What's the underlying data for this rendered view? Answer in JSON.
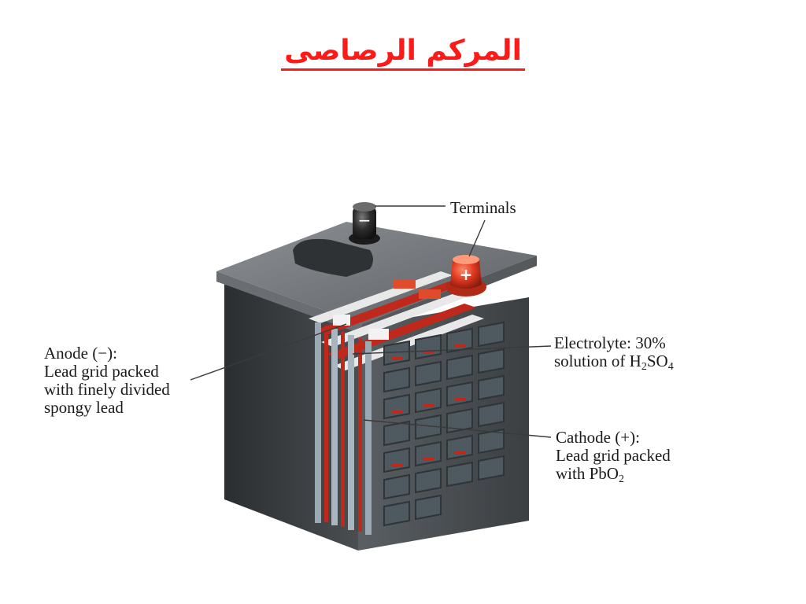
{
  "title": "المركم الرصاصى",
  "labels": {
    "terminals": "Terminals",
    "anode": {
      "line1": "Anode (−):",
      "line2": "Lead grid packed",
      "line3": "with finely divided",
      "line4": "spongy lead"
    },
    "electrolyte": {
      "line1": "Electrolyte: 30%",
      "line2_pre": "solution of H",
      "sub1": "2",
      "mid": "SO",
      "sub2": "4"
    },
    "cathode": {
      "line1": "Cathode (+):",
      "line2": "Lead grid packed",
      "line3_pre": "with PbO",
      "sub": "2"
    }
  },
  "terminal_signs": {
    "negative": "−",
    "positive": "+"
  },
  "colors": {
    "title": "#ff1a1a",
    "casing": "#3a3d3f",
    "plate_red": "#c0281c",
    "terminal_positive": "#d8361e",
    "terminal_negative": "#2a2a2a"
  }
}
